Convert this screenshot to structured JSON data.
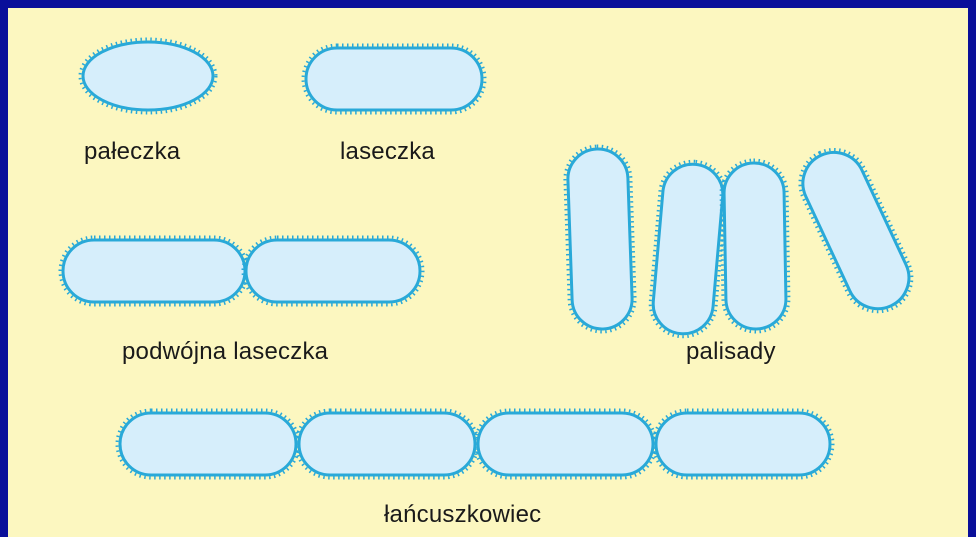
{
  "colors": {
    "background_frame": "#0a0f9a",
    "panel": "#fcf7c0",
    "cell_fill": "#d6eefb",
    "cell_outline": "#29a9d8",
    "text": "#1a1a1a"
  },
  "labels": {
    "paleczka": "pałeczka",
    "laseczka": "laseczka",
    "podwojna_laseczka": "podwójna laseczka",
    "palisady": "palisady",
    "lancuszkowiec": "łańcuszkowiec"
  }
}
